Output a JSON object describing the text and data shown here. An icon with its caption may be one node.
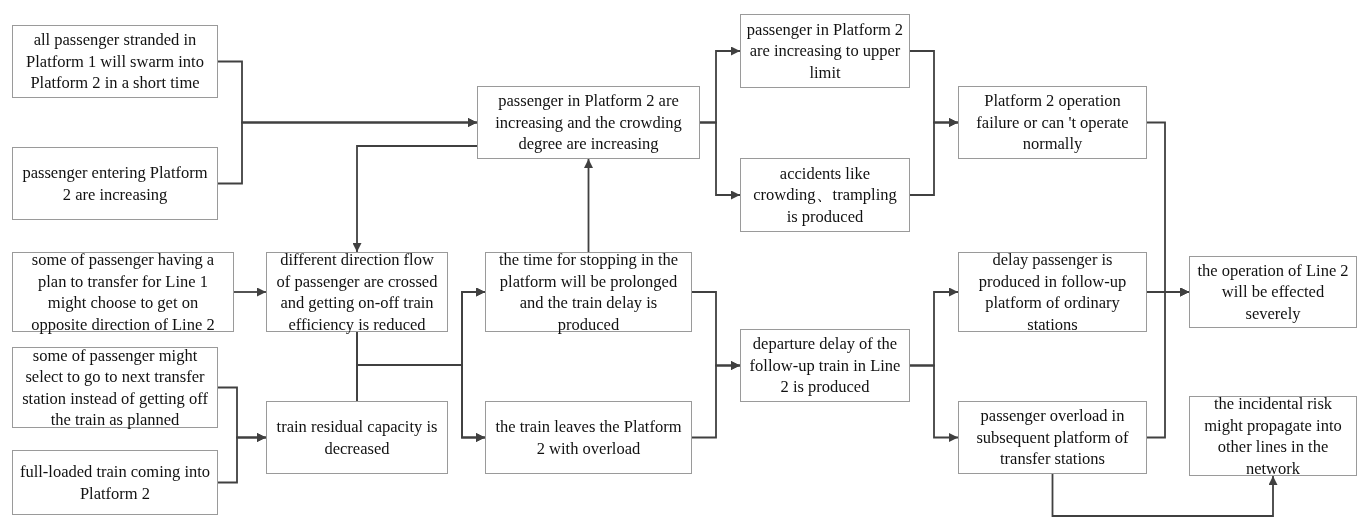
{
  "diagram": {
    "nodes": [
      {
        "text": [
          "all passenger stranded in Platform 1 will swarm into Platform 2 in a short time"
        ]
      },
      {
        "text": [
          "passenger entering Platform 2 are increasing"
        ]
      },
      {
        "text": [
          "passenger in Platform 2 are increasing and the crowding degree are increasing"
        ]
      },
      {
        "text": [
          "passenger in Platform 2 are increasing to upper limit"
        ]
      },
      {
        "text": [
          "accidents like crowding、trampling is produced"
        ]
      },
      {
        "text": [
          "Platform 2 operation failure or can 't operate normally"
        ]
      },
      {
        "text": [
          "some of passenger having a plan to transfer for Line 1 might choose to get on opposite direction of Line 2"
        ]
      },
      {
        "text": [
          "different direction flow of passenger are crossed and getting on-off train efficiency is reduced"
        ]
      },
      {
        "text": [
          "the time for stopping in the platform will be prolonged and the train delay is produced"
        ]
      },
      {
        "text": [
          "some of passenger might select to go to next transfer station instead of getting off the train as planned"
        ]
      },
      {
        "text": [
          "full-loaded train coming into Platform 2"
        ]
      },
      {
        "text": [
          "train residual capacity is decreased"
        ]
      },
      {
        "text": [
          "the train leaves the Platform 2 with overload"
        ]
      },
      {
        "text": [
          "departure delay of the follow-up train in Line 2 is produced"
        ]
      },
      {
        "text": [
          "delay passenger is produced in follow-up platform of ordinary stations"
        ]
      },
      {
        "text": [
          "passenger overload in subsequent platform of transfer stations"
        ]
      },
      {
        "text": [
          "the operation of Line 2 will be effected severely"
        ]
      },
      {
        "text": [
          "the incidental risk might propagate into other lines in the network"
        ]
      }
    ],
    "edges": [
      {
        "from": 0,
        "to": 2,
        "arrow": "to"
      },
      {
        "from": 1,
        "to": 2,
        "arrow": "to"
      },
      {
        "from": 2,
        "to": 7,
        "arrow": "to"
      },
      {
        "from": 8,
        "to": 2,
        "arrow": "to"
      },
      {
        "from": 6,
        "to": 7,
        "arrow": "to"
      },
      {
        "from": 9,
        "to": 11,
        "arrow": "to"
      },
      {
        "from": 10,
        "to": 11,
        "arrow": "to"
      },
      {
        "from": 7,
        "to": 8,
        "arrow": "to"
      },
      {
        "from": 7,
        "to": 12,
        "arrow": "to"
      },
      {
        "from": 11,
        "to": 8,
        "arrow": "to"
      },
      {
        "from": 11,
        "to": 12,
        "arrow": "to"
      },
      {
        "from": 2,
        "to": 3,
        "arrow": "to"
      },
      {
        "from": 2,
        "to": 4,
        "arrow": "to"
      },
      {
        "from": 3,
        "to": 5,
        "arrow": "to"
      },
      {
        "from": 4,
        "to": 5,
        "arrow": "to"
      },
      {
        "from": 8,
        "to": 13,
        "arrow": "to"
      },
      {
        "from": 12,
        "to": 13,
        "arrow": "to"
      },
      {
        "from": 13,
        "to": 14,
        "arrow": "to"
      },
      {
        "from": 13,
        "to": 15,
        "arrow": "to"
      },
      {
        "from": 5,
        "to": 16,
        "arrow": "to"
      },
      {
        "from": 14,
        "to": 16,
        "arrow": "to"
      },
      {
        "from": 15,
        "to": 16,
        "arrow": "to"
      },
      {
        "from": 15,
        "to": 17,
        "arrow": "to"
      }
    ]
  }
}
